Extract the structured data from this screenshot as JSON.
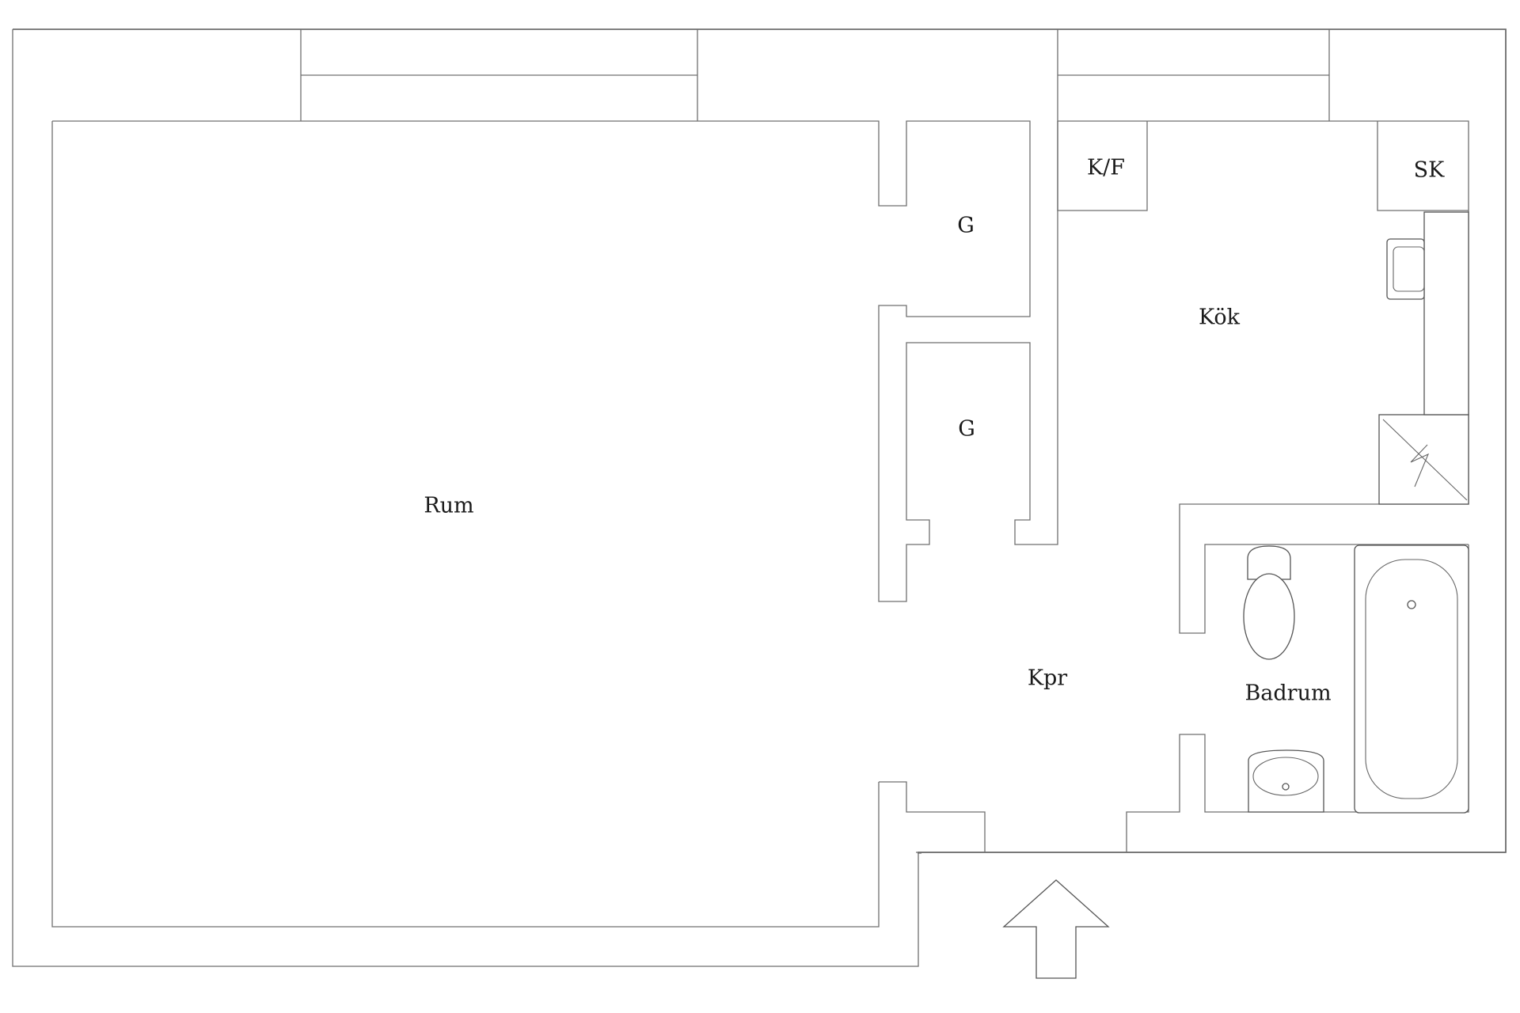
{
  "plan": {
    "rooms": [
      {
        "id": "rum",
        "label": "Rum"
      },
      {
        "id": "kok",
        "label": "Kök"
      },
      {
        "id": "kpr",
        "label": "Kpr"
      },
      {
        "id": "badrum",
        "label": "Badrum"
      },
      {
        "id": "garderob-1",
        "label": "G"
      },
      {
        "id": "garderob-2",
        "label": "G"
      },
      {
        "id": "kyl-frys",
        "label": "K/F"
      },
      {
        "id": "skap",
        "label": "SK"
      }
    ],
    "entrance_marker": "entrance-arrow"
  }
}
